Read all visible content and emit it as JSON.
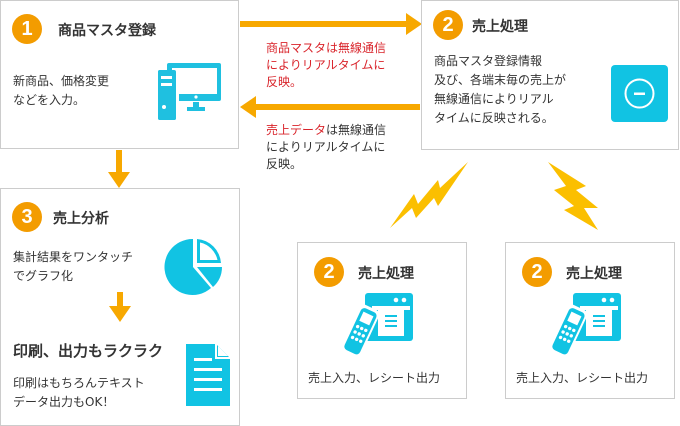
{
  "colors": {
    "badge": "#f39c00",
    "arrow": "#f7a800",
    "icon": "#1fc0e0",
    "bolt": "#fbbf00",
    "highlight_text": "#d9242b",
    "border": "#cccccc"
  },
  "box1": {
    "number": "1",
    "title": "商品マスタ登録",
    "desc_lines": [
      "新商品、価格変更",
      "などを入力。"
    ],
    "icon": "desktop-computer-icon"
  },
  "box2": {
    "number": "2",
    "title": "売上処理",
    "desc_lines": [
      "商品マスタ登録情報",
      "及び、各端末毎の売上が",
      "無線通信によりリアル",
      "タイムに反映される。"
    ],
    "icon": "register-minus-icon"
  },
  "arrow_note_top": {
    "highlight": "商品マスタは無線通信",
    "lines": [
      "によりリアルタイムに",
      "反映。"
    ]
  },
  "arrow_note_bottom": {
    "highlight": "売上データ",
    "rest_first": "は無線通信",
    "lines": [
      "によりリアルタイムに",
      "反映。"
    ]
  },
  "box3": {
    "number": "3",
    "title": "売上分析",
    "desc_lines": [
      "集計結果をワンタッチ",
      "でグラフ化"
    ],
    "icon": "pie-chart-icon",
    "sub_title": "印刷、出力もラクラク",
    "sub_desc_lines": [
      "印刷はもちろんテキスト",
      "データ出力もOK！"
    ],
    "sub_icon": "document-icon"
  },
  "terminals": [
    {
      "number": "2",
      "title": "売上処理",
      "caption": "売上入力、レシート出力",
      "icon": "handheld-terminal-printer-icon"
    },
    {
      "number": "2",
      "title": "売上処理",
      "caption": "売上入力、レシート出力",
      "icon": "handheld-terminal-printer-icon"
    }
  ]
}
